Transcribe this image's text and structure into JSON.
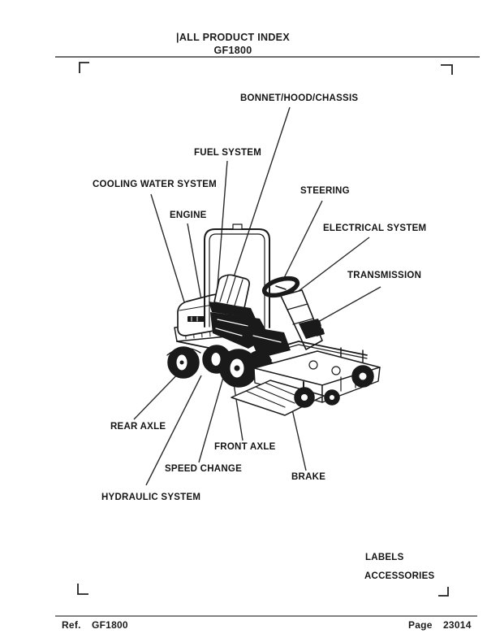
{
  "header": {
    "title": "|ALL PRODUCT INDEX",
    "model": "GF1800"
  },
  "callouts": [
    {
      "id": "bonnet-hood-chassis",
      "label": "BONNET/HOOD/CHASSIS"
    },
    {
      "id": "fuel-system",
      "label": "FUEL SYSTEM"
    },
    {
      "id": "cooling-water-system",
      "label": "COOLING WATER SYSTEM"
    },
    {
      "id": "steering",
      "label": "STEERING"
    },
    {
      "id": "engine",
      "label": "ENGINE"
    },
    {
      "id": "electrical-system",
      "label": "ELECTRICAL SYSTEM"
    },
    {
      "id": "transmission",
      "label": "TRANSMISSION"
    },
    {
      "id": "rear-axle",
      "label": "REAR AXLE"
    },
    {
      "id": "front-axle",
      "label": "FRONT AXLE"
    },
    {
      "id": "speed-change",
      "label": "SPEED CHANGE"
    },
    {
      "id": "brake",
      "label": "BRAKE"
    },
    {
      "id": "hydraulic-system",
      "label": "HYDRAULIC SYSTEM"
    }
  ],
  "index_labels": [
    {
      "id": "labels",
      "label": "LABELS"
    },
    {
      "id": "accessories",
      "label": "ACCESSORIES"
    }
  ],
  "footer": {
    "ref_label": "Ref.",
    "ref_value": "GF1800",
    "page_label": "Page",
    "page_value": "23014"
  },
  "illustration": {
    "alt": "Line drawing of GF1800 front-mount riding mower with roll bar, seat, steering wheel, rear bonnet and front mower deck"
  },
  "colors": {
    "ink": "#1a1a1a",
    "paper": "#ffffff",
    "rule": "#5a5a5a"
  }
}
